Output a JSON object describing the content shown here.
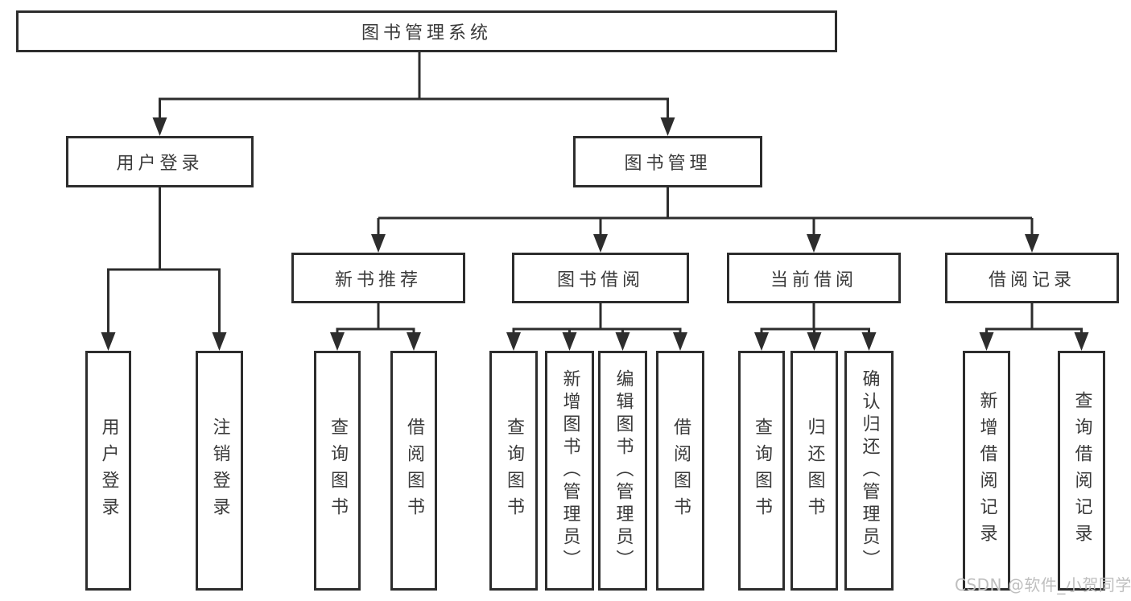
{
  "diagram": {
    "root": {
      "label": "图书管理系统",
      "children": [
        {
          "label": "用户登录",
          "children": [
            {
              "label": "用户登录"
            },
            {
              "label": "注销登录"
            }
          ]
        },
        {
          "label": "图书管理",
          "children": [
            {
              "label": "新书推荐",
              "children": [
                {
                  "label": "查询图书"
                },
                {
                  "label": "借阅图书"
                }
              ]
            },
            {
              "label": "图书借阅",
              "children": [
                {
                  "label": "查询图书"
                },
                {
                  "label": "新增图书（管理员）"
                },
                {
                  "label": "编辑图书（管理员）"
                },
                {
                  "label": "借阅图书"
                }
              ]
            },
            {
              "label": "当前借阅",
              "children": [
                {
                  "label": "查询图书"
                },
                {
                  "label": "归还图书"
                },
                {
                  "label": "确认归还（管理员）"
                }
              ]
            },
            {
              "label": "借阅记录",
              "children": [
                {
                  "label": "新增借阅记录"
                },
                {
                  "label": "查询借阅记录"
                }
              ]
            }
          ]
        }
      ]
    }
  },
  "watermark": {
    "text": "CSDN @软件_小贺同学"
  },
  "colors": {
    "line": "#2d2d2d",
    "text": "#3a3a3a",
    "watermark": "#bfbfbf",
    "background": "#ffffff"
  }
}
